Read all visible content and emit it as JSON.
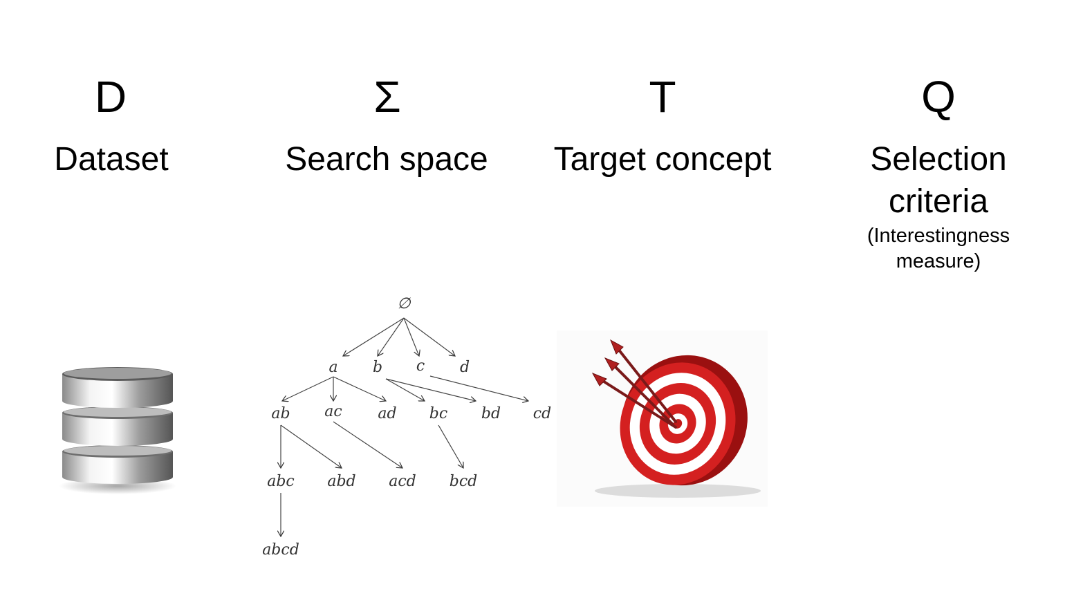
{
  "columns": [
    {
      "symbol": "D",
      "label": "Dataset"
    },
    {
      "symbol": "Σ",
      "label": "Search space"
    },
    {
      "symbol": "T",
      "label": "Target concept"
    },
    {
      "symbol": "Q",
      "label_line1": "Selection",
      "label_line2": "criteria",
      "sublabel_line1": "(Interestingness",
      "sublabel_line2": "measure)"
    }
  ],
  "lattice": {
    "root": "∅",
    "level1": [
      "a",
      "b",
      "c",
      "d"
    ],
    "level2": [
      "ab",
      "ac",
      "ad",
      "bc",
      "bd",
      "cd"
    ],
    "level3": [
      "abc",
      "abd",
      "acd",
      "bcd"
    ],
    "level4": [
      "abcd"
    ]
  },
  "icons": {
    "dataset": "database-icon",
    "target": "target-icon"
  }
}
